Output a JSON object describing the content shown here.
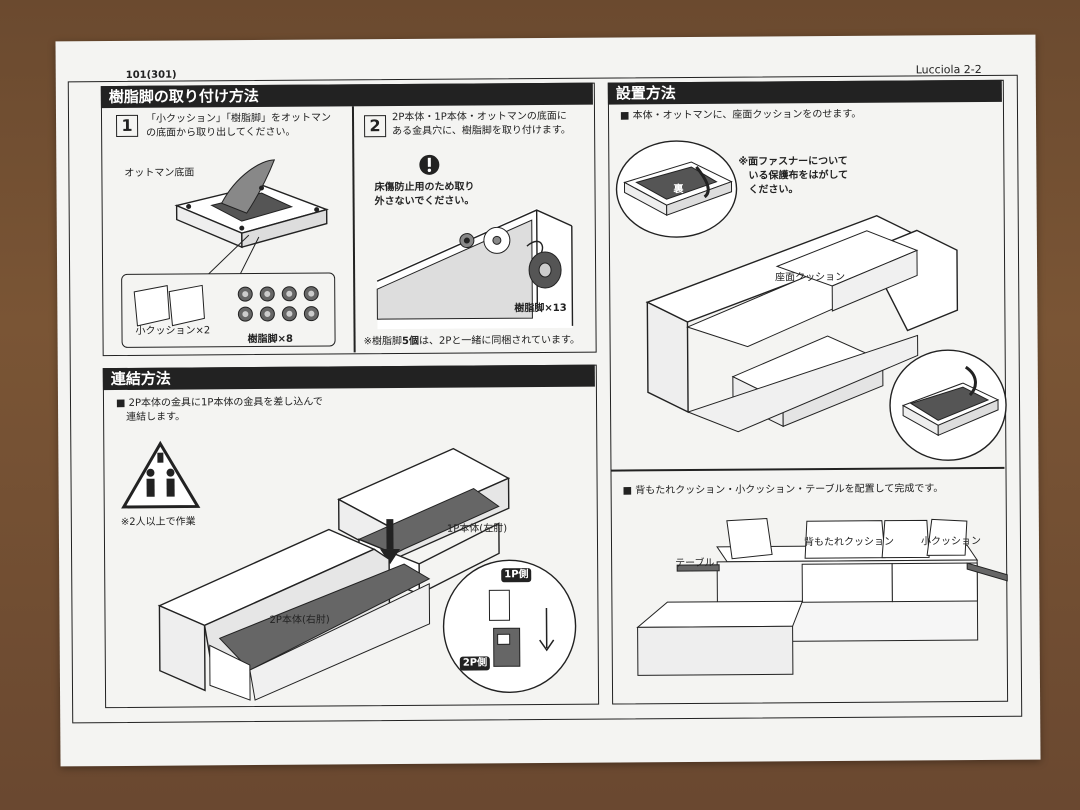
{
  "doc": {
    "code": "101(301)",
    "model": "Lucciola 2-2"
  },
  "section_resin_feet": {
    "title": "樹脂脚の取り付け方法",
    "step1_num": "1",
    "step1_text_l1": "「小クッション」「樹脂脚」をオットマン",
    "step1_text_l2": "の底面から取り出してください。",
    "ottoman_label": "オットマン底面",
    "small_cushion_label": "小クッション×2",
    "resin_feet_label": "樹脂脚×8",
    "step2_num": "2",
    "step2_text_l1": "2P本体・1P本体・オットマンの底面に",
    "step2_text_l2": "ある金具穴に、樹脂脚を取り付けます。",
    "warning_l1": "床傷防止用のため取り",
    "warning_l2": "外さないでください。",
    "resin_feet13_label": "樹脂脚×13",
    "note_prefix": "※樹脂脚",
    "note_bold": "5個",
    "note_suffix": "は、2Pと一緒に同梱されています。"
  },
  "section_connect": {
    "title": "連結方法",
    "text_l1": "■ 2P本体の金具に1P本体の金具を差し込んで",
    "text_l2": "　連結します。",
    "two_people": "※2人以上で作業",
    "label_1p": "1P本体(左肘)",
    "label_2p": "2P本体(右肘)",
    "side_1p": "1P側",
    "side_2p": "2P側"
  },
  "section_setup": {
    "title": "設置方法",
    "text1": "■ 本体・オットマンに、座面クッションをのせます。",
    "fastener_l1": "※面ファスナーについて",
    "fastener_l2": "いる保護布をはがして",
    "fastener_l3": "ください。",
    "back_mark": "裏",
    "seat_cushion": "座面クッション",
    "text2": "■ 背もたれクッション・小クッション・テーブルを配置して完成です。",
    "table_label": "テーブル",
    "back_cushion_label": "背もたれクッション",
    "small_cushion_label": "小クッション"
  }
}
